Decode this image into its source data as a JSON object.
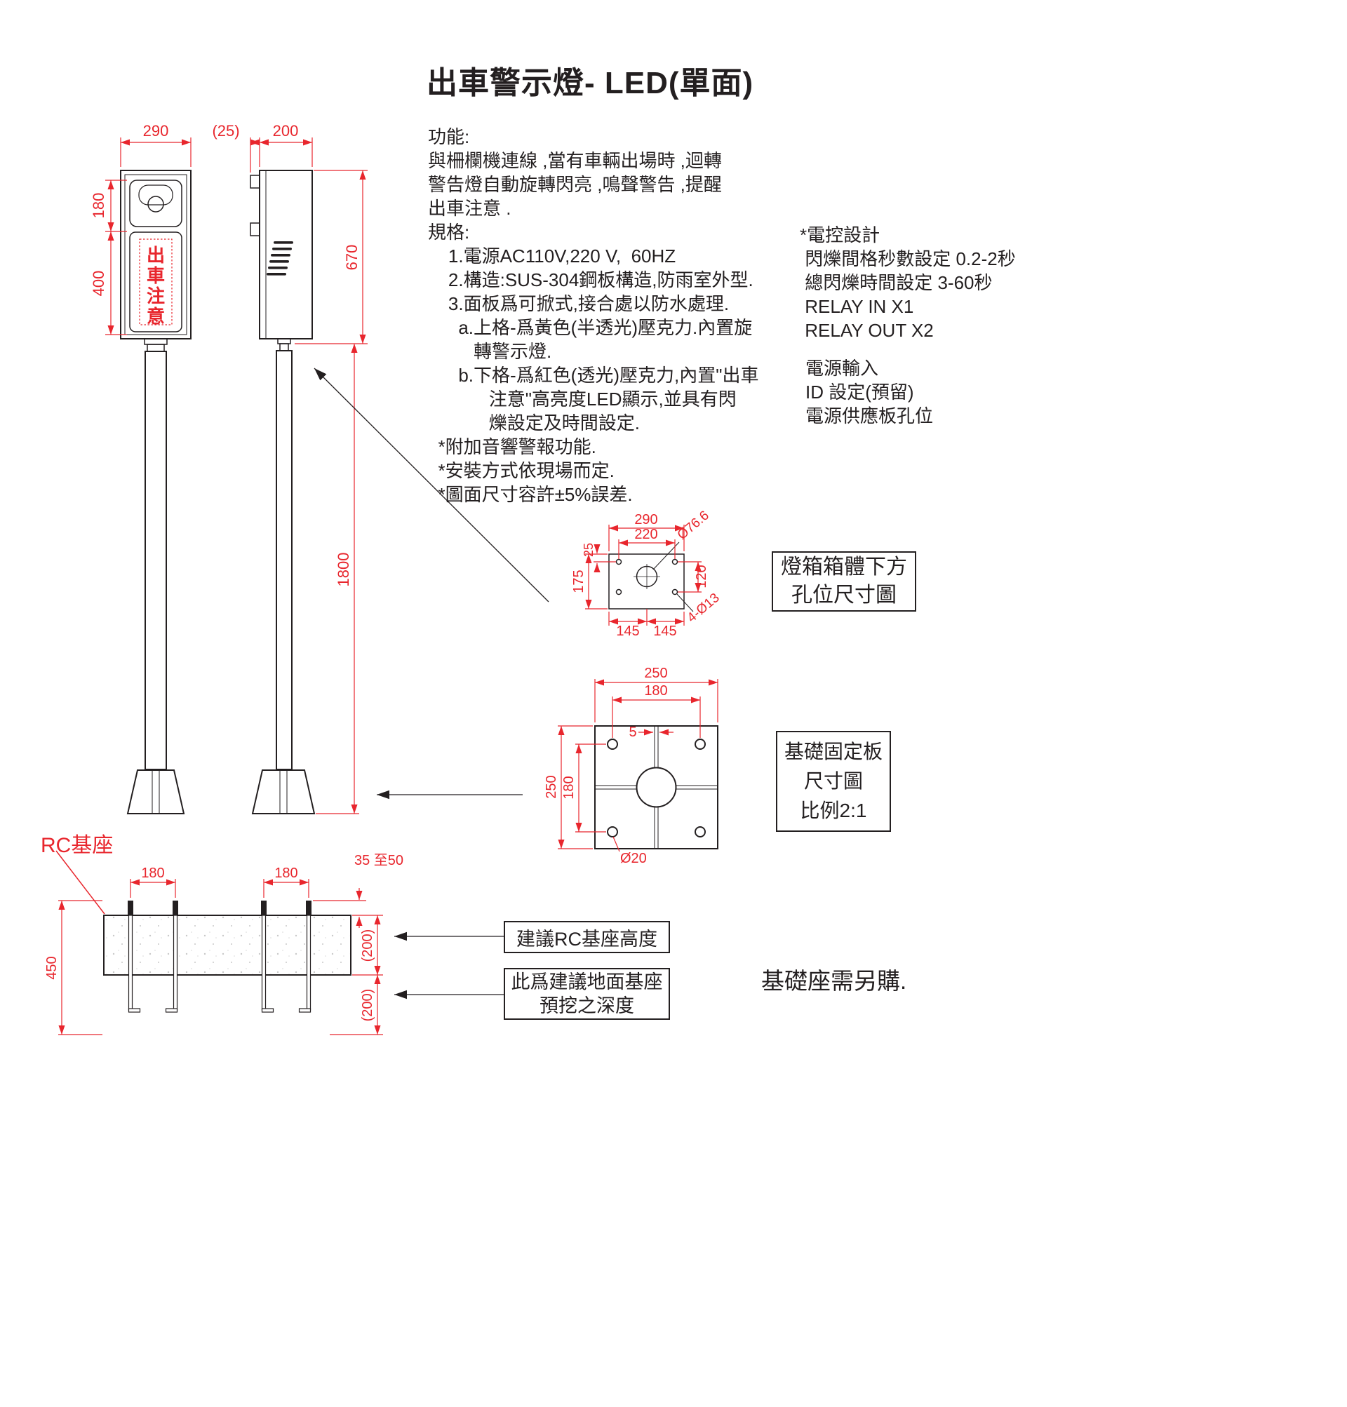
{
  "header": {
    "title": "出車警示燈- LED(單面)"
  },
  "colors": {
    "dimension_red": "#e8262d",
    "line_black": "#231f20"
  },
  "description": {
    "main": "功能:\n與柵欄機連線 ,當有車輛出場時 ,迴轉\n警告燈自動旋轉閃亮 ,鳴聲警告 ,提醒\n出車注意 .\n規格:\n    1.電源AC110V,220 V,  60HZ\n    2.構造:SUS-304鋼板構造,防雨室外型.\n    3.面板爲可掀式,接合處以防水處理.\n      a.上格-爲黃色(半透光)壓克力.內置旋\n         轉警示燈.\n      b.下格-爲紅色(透光)壓克力,內置\"出車\n            注意\"高亮度LED顯示,並具有閃\n            爍設定及時間設定.\n  *附加音響警報功能.\n  *安裝方式依現場而定.\n  *圖面尺寸容許±5%誤差.",
    "control": "*電控設計\n 閃爍間格秒數設定 0.2-2秒\n 總閃爍時間設定 3-60秒\n RELAY IN X1\n RELAY OUT X2",
    "power": "電源輸入\nID 設定(預留)\n電源供應板孔位"
  },
  "front_view": {
    "dim_width": "290",
    "dim_head_height": "180",
    "dim_sign_height": "400",
    "sign_text": "出車注意"
  },
  "side_view": {
    "dim_door_offset": "(25)",
    "dim_depth": "200",
    "dim_box_height": "670",
    "dim_pole_height": "1800"
  },
  "hole_diagram": {
    "dim_width": "290",
    "dim_hole_span": "220",
    "dim_top_offset": "25",
    "dim_height": "175",
    "dim_hole_vertical_span": "120",
    "dim_center_hole": "Ø76.6",
    "dim_corner_holes": "4-Ø13",
    "dim_left_half": "145",
    "dim_right_half": "145",
    "label": "燈箱箱體下方\n孔位尺寸圖"
  },
  "plate_diagram": {
    "dim_width": "250",
    "dim_hole_span": "180",
    "dim_slot_width": "5",
    "dim_height": "250",
    "dim_hole_vertical_span": "180",
    "dim_hole_diameter": "Ø20",
    "label": "基礎固定板\n尺寸圖\n比例2:1"
  },
  "foundation": {
    "label_rc_base": "RC基座",
    "dim_left_bolt_span": "180",
    "dim_right_bolt_span": "180",
    "dim_bolt_exposed": "35 至50",
    "dim_total_depth": "450",
    "dim_base_height": "(200)",
    "dim_dig_depth": "(200)",
    "note_base_height": "建議RC基座高度",
    "note_dig_depth": "此爲建議地面基座\n預挖之深度",
    "note_purchase": "基礎座需另購."
  }
}
